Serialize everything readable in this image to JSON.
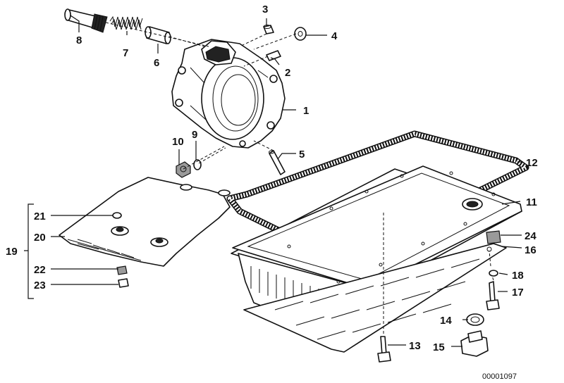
{
  "diagram": {
    "part_number": "00001097",
    "callouts": [
      "1",
      "2",
      "3",
      "4",
      "5",
      "6",
      "7",
      "8",
      "9",
      "10",
      "11",
      "12",
      "13",
      "14",
      "15",
      "16",
      "17",
      "18",
      "19",
      "20",
      "21",
      "22",
      "23",
      "24"
    ]
  }
}
